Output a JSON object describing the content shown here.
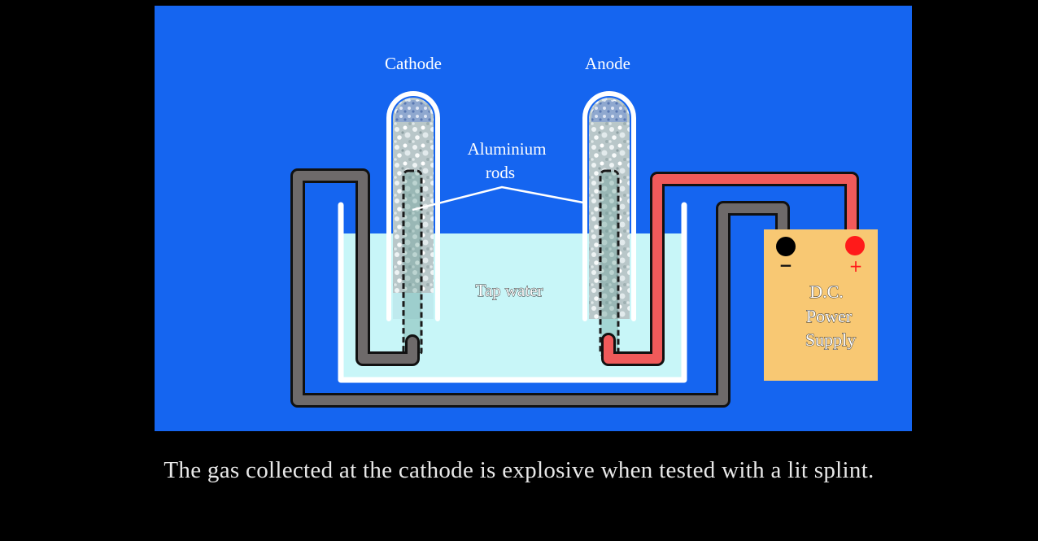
{
  "diagram": {
    "labels": {
      "cathode": "Cathode",
      "anode": "Anode",
      "rods_line1": "Aluminium",
      "rods_line2": "rods",
      "tap_water": "Tap water",
      "minus": "−",
      "plus": "+",
      "psu_line1": "D.C.",
      "psu_line2": "Power",
      "psu_line3": "Supply"
    },
    "colors": {
      "background_panel": "#1565f0",
      "water": "#c8f6f8",
      "power_supply": "#f8c873",
      "negative_wire": "#6e6a6a",
      "positive_wire": "#f05a5a",
      "negative_terminal": "#000000",
      "positive_terminal": "#ff1a1a"
    }
  },
  "caption": "The gas collected at the cathode is explosive when tested with a lit splint."
}
